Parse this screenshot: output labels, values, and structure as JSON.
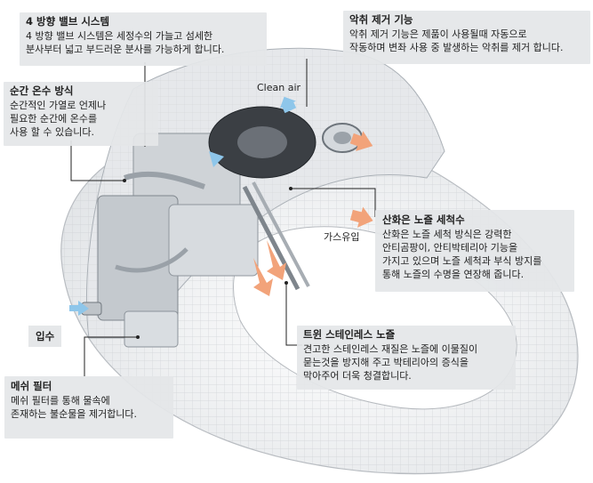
{
  "callouts": {
    "valve": {
      "title": "4 방향 밸브 시스템",
      "body": "4 방향 밸브 시스템은 세정수의 가늘고 섬세한\n분사부터 넓고 부드러운 분사를 가능하게 합니다."
    },
    "deodorizer": {
      "title": "악취 제거 기능",
      "body": "악취 제거 기능은 제품이 사용될때 자동으로\n작동하며 변좌 사용 중 발생하는 악취를 제거 합니다."
    },
    "instant_heating": {
      "title": "순간 온수 방식",
      "body": "순간적인 가열로 언제나\n필요한 순간에 온수를\n사용 할 수 있습니다."
    },
    "oxidized_nozzle": {
      "title": "산화은 노즐 세척수",
      "body": "산화은 노즐 세척 방식은 강력한\n안티곰팡이, 안티박테리아 기능을\n가지고 있으며 노즐 세척과 부식 방지를\n통해 노즐의 수명을 연장해 줍니다."
    },
    "twin_nozzle": {
      "title": "트윈 스테인레스 노즐",
      "body": "견고한 스테인레스 재질은 노즐에 이물질이\n묻는것을 방지해 주고 박테리아의 증식을\n막아주어 더욱 청결합니다."
    },
    "mesh_filter": {
      "title": "메쉬 필터",
      "body": "메쉬 필터를 통해 물속에\n존재하는 불순물을 제거합니다."
    }
  },
  "labels": {
    "clean_air": "Clean air",
    "gas_intake": "가스유입",
    "water_inlet": "입수"
  },
  "colors": {
    "callout_bg": "#e4e6e8",
    "air_arrow": "#8ec6ea",
    "gas_arrow": "#f2a37a",
    "leader": "#222222"
  }
}
